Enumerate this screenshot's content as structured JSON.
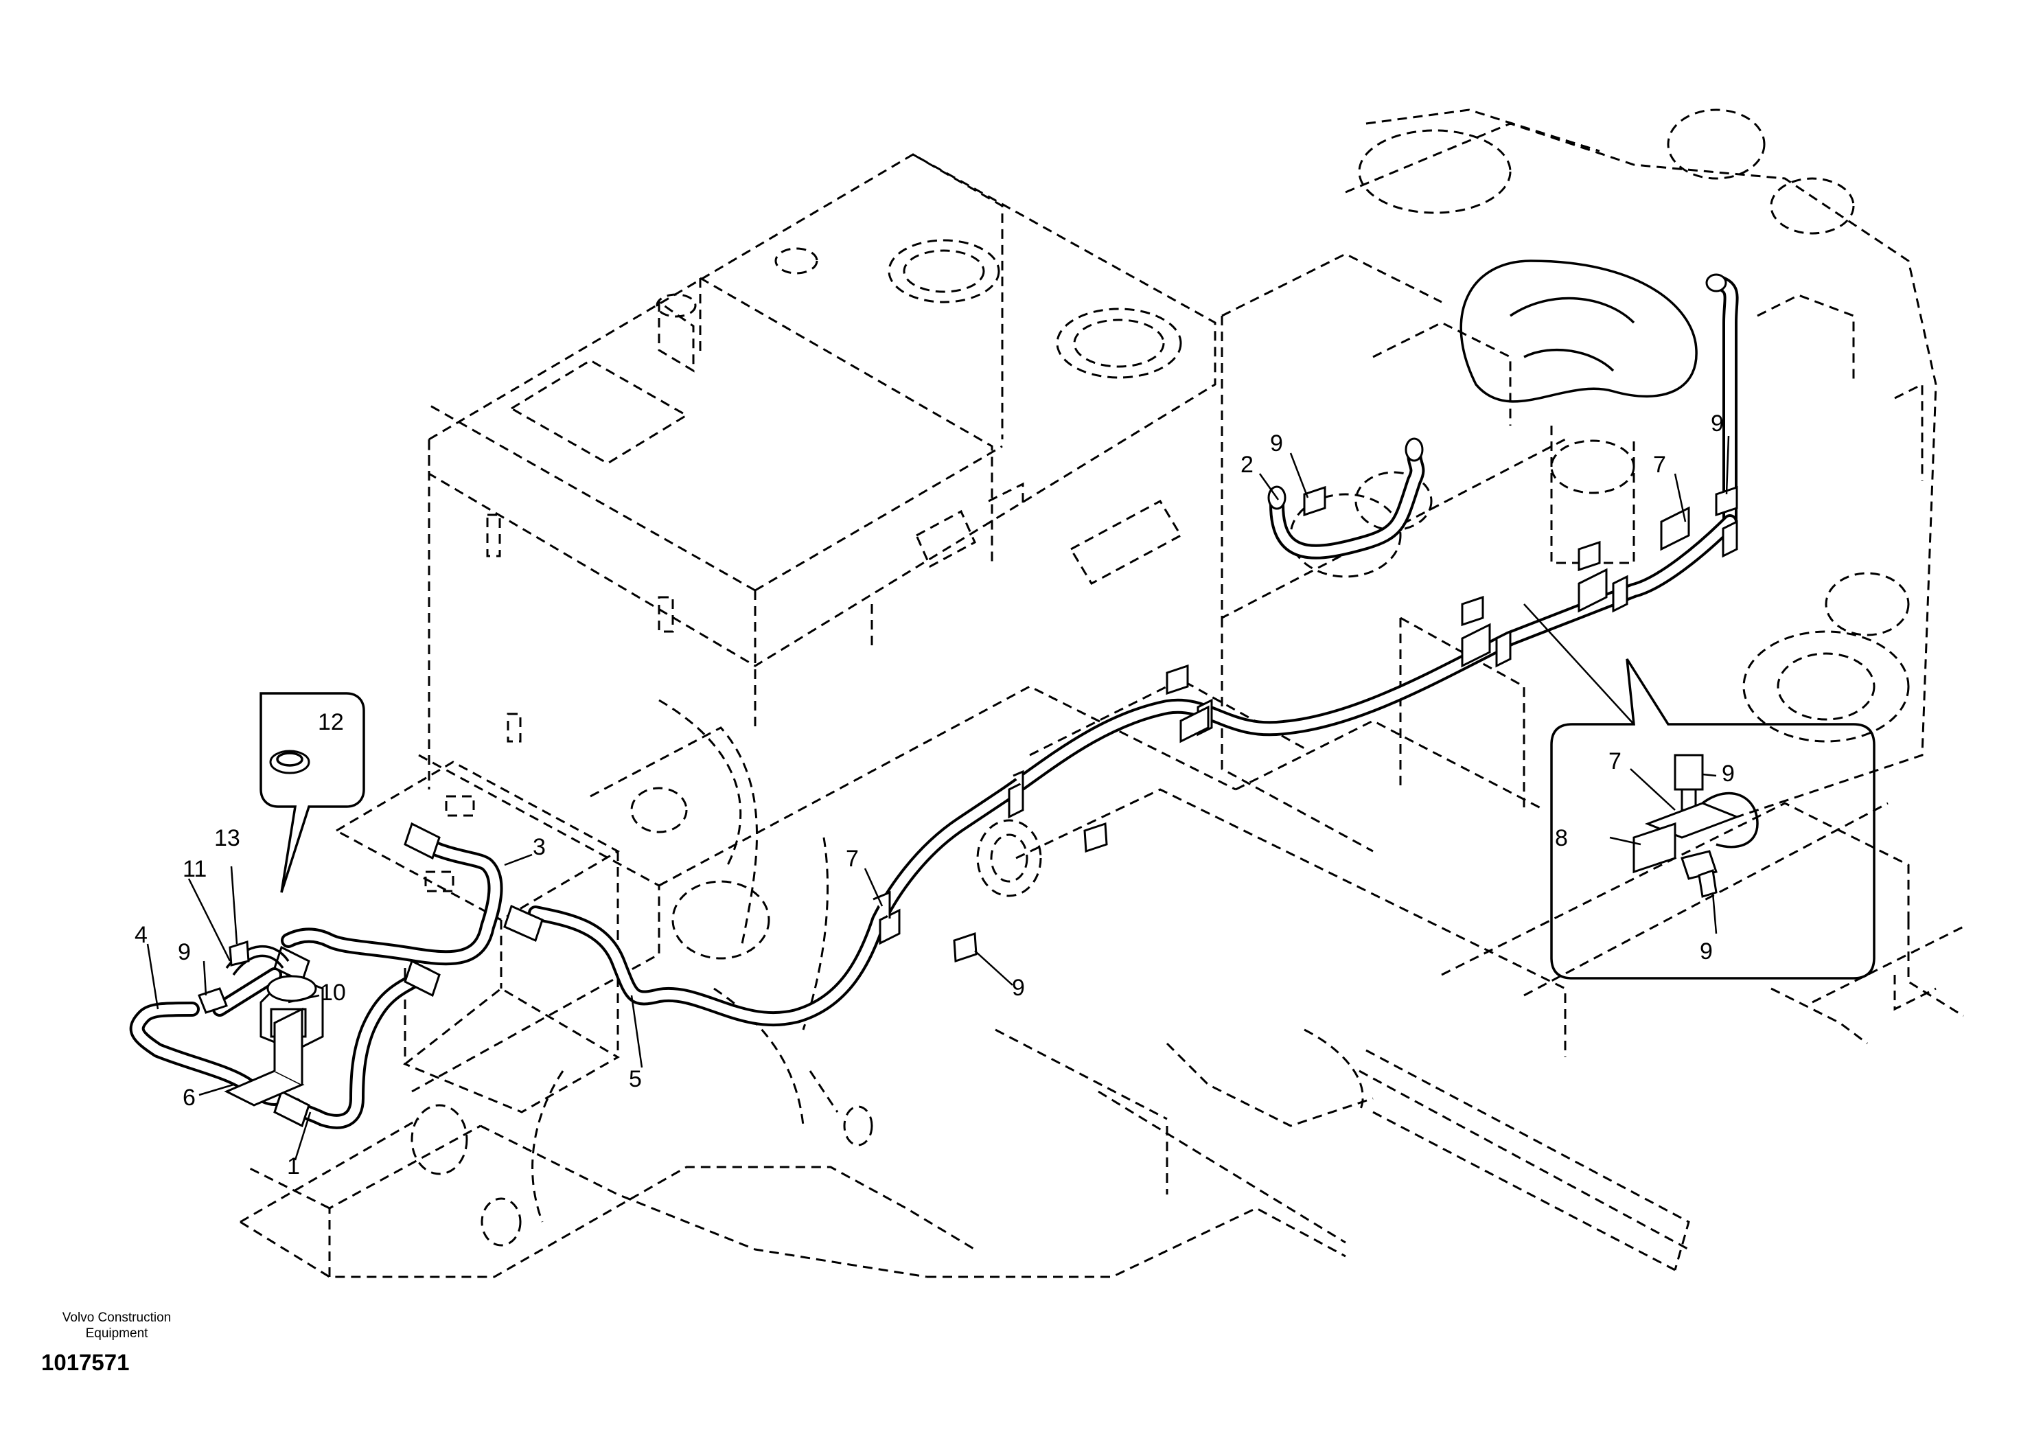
{
  "callouts": {
    "c1": "1",
    "c2": "2",
    "c3": "3",
    "c4": "4",
    "c5": "5",
    "c6": "6",
    "c7a": "7",
    "c7b": "7",
    "c7c": "7",
    "c8": "8",
    "c9a": "9",
    "c9b": "9",
    "c9c": "9",
    "c9d": "9",
    "c9e": "9",
    "c9f": "9",
    "c10": "10",
    "c11": "11",
    "c12": "12",
    "c13": "13"
  },
  "footer": {
    "manufacturer_line1": "Volvo Construction",
    "manufacturer_line2": "Equipment",
    "drawing_number": "1017571"
  }
}
